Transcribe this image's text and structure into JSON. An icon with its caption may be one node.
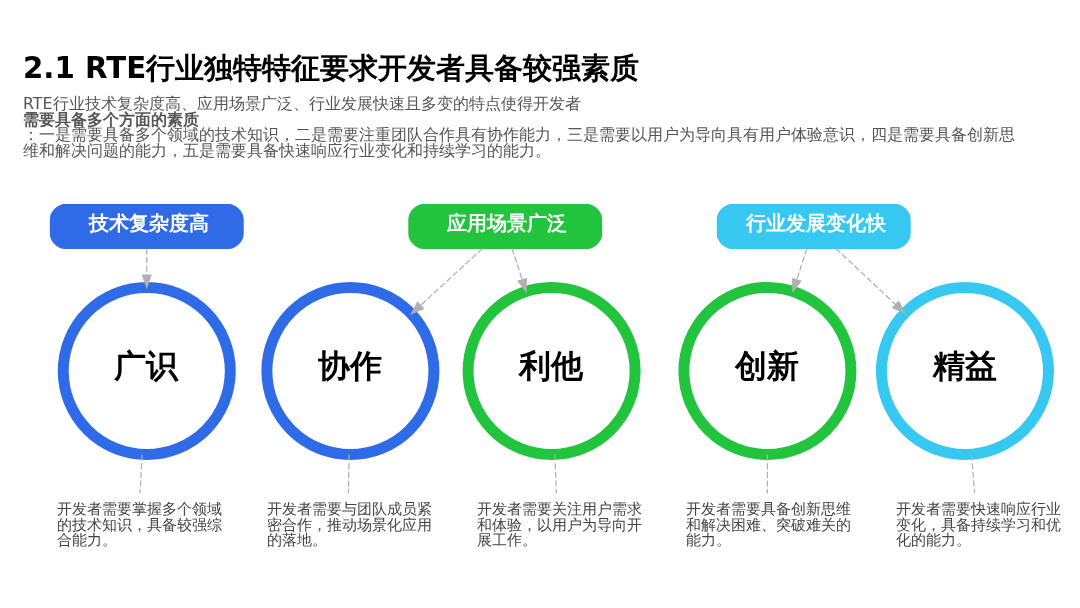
{
  "diagram": {
    "title": "2.1 RTE行业独特特征要求开发者具备较强素质",
    "nodes": [
      {
        "text": [
          "技术复杂度高"
        ]
      },
      {
        "text": [
          "应用场景广泛"
        ]
      },
      {
        "text": [
          "行业发展变化快"
        ]
      },
      {
        "text": [
          "广识"
        ]
      },
      {
        "text": [
          "协作"
        ]
      },
      {
        "text": [
          "利他"
        ]
      },
      {
        "text": [
          "创新"
        ]
      },
      {
        "text": [
          "精益"
        ]
      },
      {
        "text": [
          "开发者需要掌握多个领域的技术知识，具备较强综合能力。"
        ]
      },
      {
        "text": [
          "开发者需要与团队成员紧密合作，推动场景化应用的落地。"
        ]
      },
      {
        "text": [
          "开发者需要关注用户需求和体验，以用户为导向开展工作。"
        ]
      },
      {
        "text": [
          "开发者需要具备创新思维和解决困难、突破难关的能力。"
        ]
      },
      {
        "text": [
          "开发者需要快速响应行业变化，具备持续学习和优化的能力。"
        ]
      }
    ],
    "edges": [
      {
        "from": 0,
        "to": 3,
        "arrow": "to",
        "style": "dashed"
      },
      {
        "from": 1,
        "to": 4,
        "arrow": "to",
        "style": "dashed"
      },
      {
        "from": 1,
        "to": 5,
        "arrow": "to",
        "style": "dashed"
      },
      {
        "from": 2,
        "to": 6,
        "arrow": "to",
        "style": "dashed"
      },
      {
        "from": 2,
        "to": 7,
        "arrow": "to",
        "style": "dashed"
      },
      {
        "from": 3,
        "to": 8,
        "arrow": "none",
        "style": "dashed"
      },
      {
        "from": 4,
        "to": 9,
        "arrow": "none",
        "style": "dashed"
      },
      {
        "from": 5,
        "to": 10,
        "arrow": "none",
        "style": "dashed"
      },
      {
        "from": 6,
        "to": 11,
        "arrow": "none",
        "style": "dashed"
      },
      {
        "from": 7,
        "to": 12,
        "arrow": "none",
        "style": "dashed"
      }
    ],
    "labels": [
      "RTE行业技术复杂度高、应用场景广泛、行业发展快速且多变的特点使得开发者**需要具备多个方面的素质**：一是需要具备多个领域的技术知识，二是需要注重团队合作具有协作能力，三是需要以用户为导向具有用户体验意识，四是需要具备创新思维和解决问题的能力，五是需要具备快速响应行业变化和持续学习的能力。"
    ]
  }
}
